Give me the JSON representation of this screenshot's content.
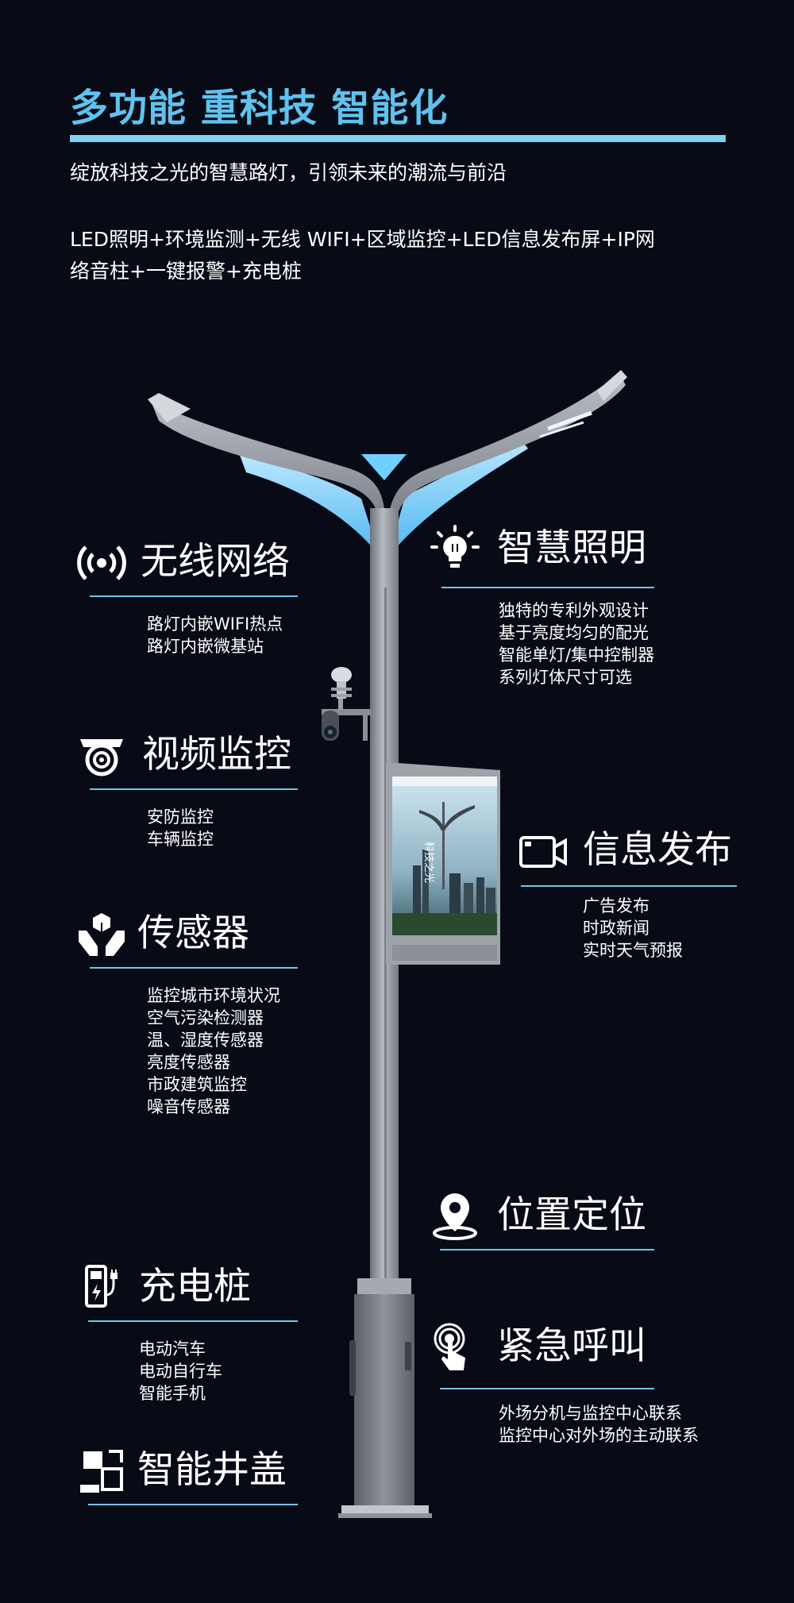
{
  "header": {
    "title": "多功能 重科技 智能化",
    "tagline": "绽放科技之光的智慧路灯，引领未来的潮流与前沿",
    "functions_line1": "LED照明+环境监测+无线 WIFI+区域监控+LED信息发布屏+IP网",
    "functions_line2": "络音柱+一键报警+充电桩"
  },
  "screen": {
    "poster_text": "科技之光"
  },
  "features": {
    "wireless": {
      "title": "无线网络",
      "items": [
        "路灯内嵌WIFI热点",
        "路灯内嵌微基站"
      ],
      "icon": "wifi-signal-icon"
    },
    "lighting": {
      "title": "智慧照明",
      "items": [
        "独特的专利外观设计",
        "基于亮度均匀的配光",
        "智能单灯/集中控制器",
        "系列灯体尺寸可选"
      ],
      "icon": "lightbulb-icon"
    },
    "video": {
      "title": "视频监控",
      "items": [
        "安防监控",
        "车辆监控"
      ],
      "icon": "camera-icon"
    },
    "info": {
      "title": "信息发布",
      "items": [
        "广告发布",
        "时政新闻",
        "实时天气预报"
      ],
      "icon": "video-screen-icon"
    },
    "sensor": {
      "title": "传感器",
      "items": [
        "监控城市环境状况",
        "空气污染检测器",
        "温、湿度传感器",
        "亮度传感器",
        "市政建筑监控",
        "噪音传感器"
      ],
      "icon": "sensor-hands-icon"
    },
    "location": {
      "title": "位置定位",
      "items": [],
      "icon": "location-pin-icon"
    },
    "charging": {
      "title": "充电桩",
      "items": [
        "电动汽车",
        "电动自行车",
        "智能手机"
      ],
      "icon": "charging-pile-icon"
    },
    "emergency": {
      "title": "紧急呼叫",
      "items": [
        "外场分机与监控中心联系",
        "监控中心对外场的主动联系"
      ],
      "icon": "touch-call-icon"
    },
    "manhole": {
      "title": "智能井盖",
      "items": [],
      "icon": "manhole-cover-icon"
    }
  },
  "colors": {
    "background": "#080a16",
    "accent": "#5fc2ee",
    "line": "#6ec6ec",
    "pole": "#8e939b",
    "glow": "#7fd6ff"
  }
}
